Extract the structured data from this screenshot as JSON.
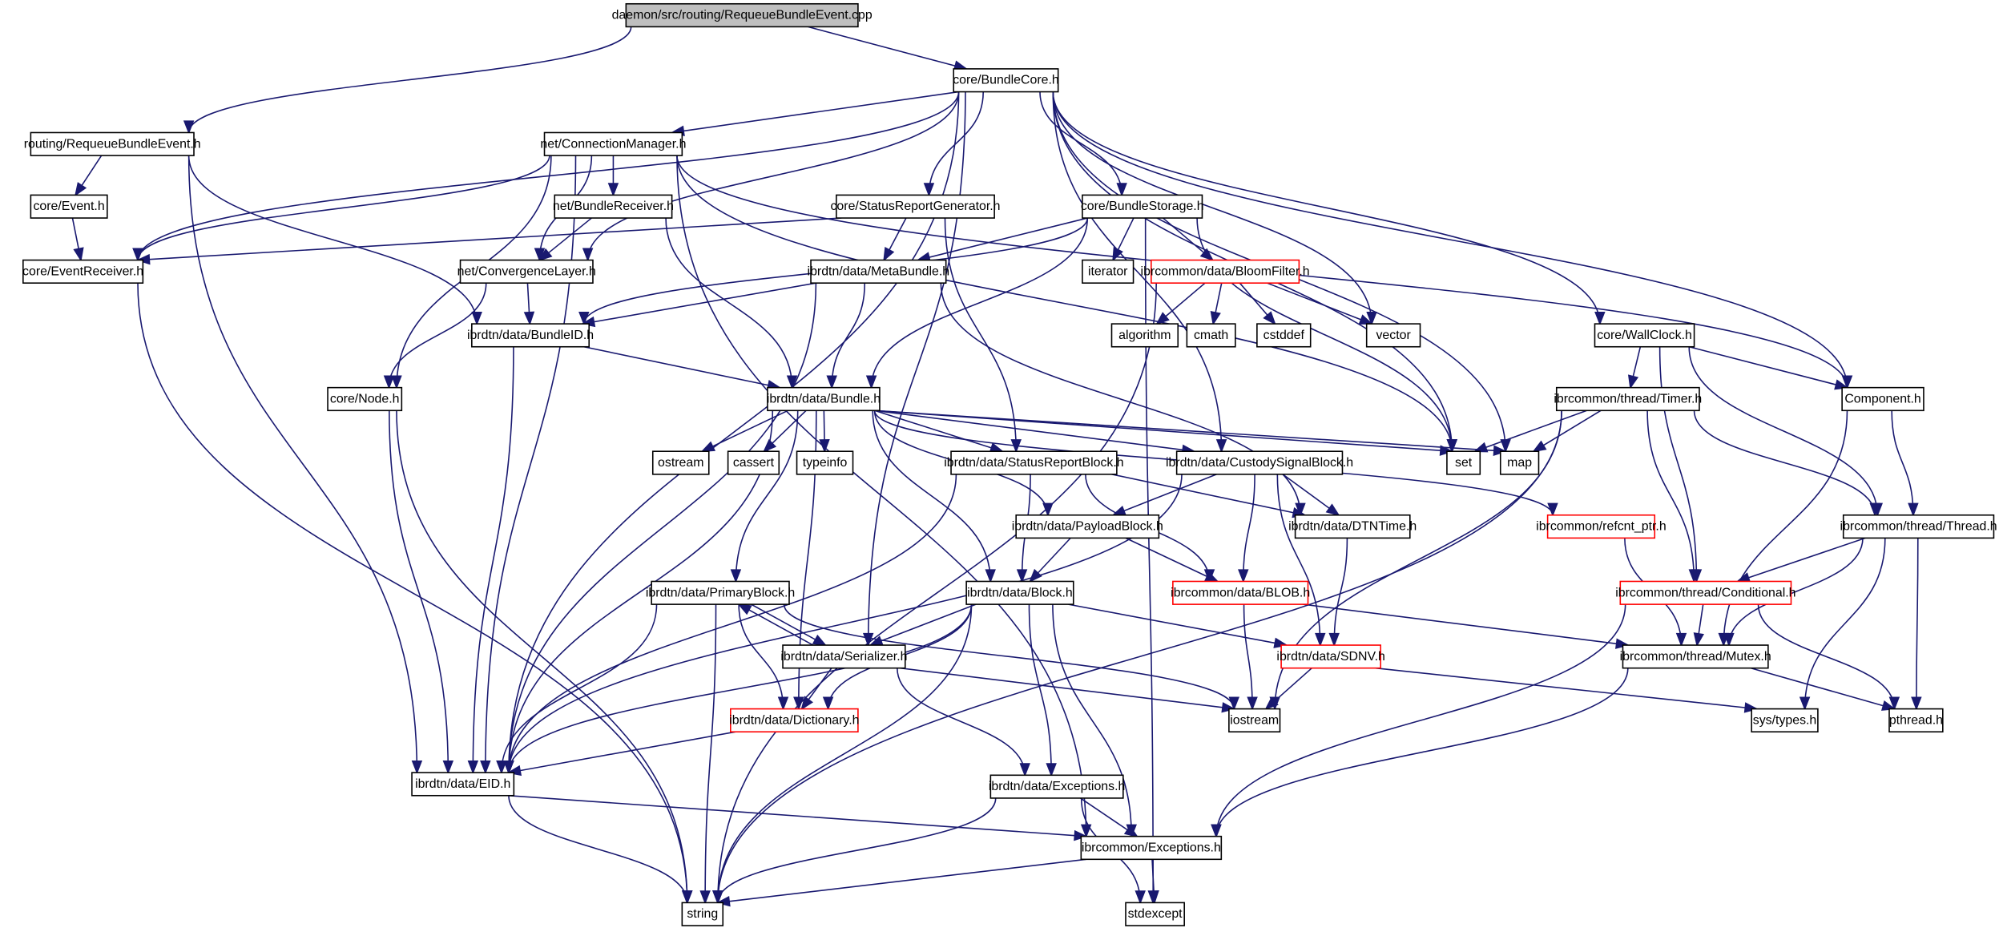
{
  "title": "daemon/src/routing/RequeueBundleEvent.cpp",
  "colors": {
    "edge": "#191970",
    "root_fill": "#bfbfbf",
    "documented_border": "#000000",
    "truncated_border": "#ff0000",
    "external_border": "#bfbfbf"
  },
  "nodes": [
    {
      "id": "root",
      "label": "daemon/src/routing/RequeueBundleEvent.cpp",
      "kind": "root"
    },
    {
      "id": "BundleCore",
      "label": "core/BundleCore.h",
      "kind": "documented"
    },
    {
      "id": "RequeueBundleEventH",
      "label": "routing/RequeueBundleEvent.h",
      "kind": "documented"
    },
    {
      "id": "ConnectionManager",
      "label": "net/ConnectionManager.h",
      "kind": "documented"
    },
    {
      "id": "Event",
      "label": "core/Event.h",
      "kind": "documented"
    },
    {
      "id": "BundleReceiver",
      "label": "net/BundleReceiver.h",
      "kind": "documented"
    },
    {
      "id": "StatusReportGenerator",
      "label": "core/StatusReportGenerator.h",
      "kind": "documented"
    },
    {
      "id": "BundleStorage",
      "label": "core/BundleStorage.h",
      "kind": "documented"
    },
    {
      "id": "EventReceiver",
      "label": "core/EventReceiver.h",
      "kind": "documented"
    },
    {
      "id": "ConvergenceLayer",
      "label": "net/ConvergenceLayer.h",
      "kind": "documented"
    },
    {
      "id": "MetaBundle",
      "label": "ibrdtn/data/MetaBundle.h",
      "kind": "documented"
    },
    {
      "id": "iterator",
      "label": "iterator",
      "kind": "external"
    },
    {
      "id": "BloomFilter",
      "label": "ibrcommon/data/BloomFilter.h",
      "kind": "truncated"
    },
    {
      "id": "BundleID",
      "label": "ibrdtn/data/BundleID.h",
      "kind": "documented"
    },
    {
      "id": "algorithm",
      "label": "algorithm",
      "kind": "external"
    },
    {
      "id": "cmath",
      "label": "cmath",
      "kind": "external"
    },
    {
      "id": "cstddef",
      "label": "cstddef",
      "kind": "external"
    },
    {
      "id": "vector",
      "label": "vector",
      "kind": "external"
    },
    {
      "id": "WallClock",
      "label": "core/WallClock.h",
      "kind": "documented"
    },
    {
      "id": "Node",
      "label": "core/Node.h",
      "kind": "documented"
    },
    {
      "id": "Bundle",
      "label": "ibrdtn/data/Bundle.h",
      "kind": "documented"
    },
    {
      "id": "Timer",
      "label": "ibrcommon/thread/Timer.h",
      "kind": "documented"
    },
    {
      "id": "Component",
      "label": "Component.h",
      "kind": "documented"
    },
    {
      "id": "ostream",
      "label": "ostream",
      "kind": "external"
    },
    {
      "id": "cassert",
      "label": "cassert",
      "kind": "external"
    },
    {
      "id": "typeinfo",
      "label": "typeinfo",
      "kind": "external"
    },
    {
      "id": "StatusReportBlock",
      "label": "ibrdtn/data/StatusReportBlock.h",
      "kind": "documented"
    },
    {
      "id": "CustodySignalBlock",
      "label": "ibrdtn/data/CustodySignalBlock.h",
      "kind": "documented"
    },
    {
      "id": "set",
      "label": "set",
      "kind": "external"
    },
    {
      "id": "map",
      "label": "map",
      "kind": "external"
    },
    {
      "id": "refcnt_ptr",
      "label": "ibrcommon/refcnt_ptr.h",
      "kind": "truncated"
    },
    {
      "id": "Thread",
      "label": "ibrcommon/thread/Thread.h",
      "kind": "documented"
    },
    {
      "id": "PayloadBlock",
      "label": "ibrdtn/data/PayloadBlock.h",
      "kind": "documented"
    },
    {
      "id": "DTNTime",
      "label": "ibrdtn/data/DTNTime.h",
      "kind": "documented"
    },
    {
      "id": "PrimaryBlock",
      "label": "ibrdtn/data/PrimaryBlock.h",
      "kind": "documented"
    },
    {
      "id": "Block",
      "label": "ibrdtn/data/Block.h",
      "kind": "documented"
    },
    {
      "id": "BLOB",
      "label": "ibrcommon/data/BLOB.h",
      "kind": "truncated"
    },
    {
      "id": "Conditional",
      "label": "ibrcommon/thread/Conditional.h",
      "kind": "truncated"
    },
    {
      "id": "Serializer",
      "label": "ibrdtn/data/Serializer.h",
      "kind": "documented"
    },
    {
      "id": "SDNV",
      "label": "ibrdtn/data/SDNV.h",
      "kind": "truncated"
    },
    {
      "id": "Mutex",
      "label": "ibrcommon/thread/Mutex.h",
      "kind": "documented"
    },
    {
      "id": "Dictionary",
      "label": "ibrdtn/data/Dictionary.h",
      "kind": "truncated"
    },
    {
      "id": "iostream",
      "label": "iostream",
      "kind": "external"
    },
    {
      "id": "systypes",
      "label": "sys/types.h",
      "kind": "external"
    },
    {
      "id": "pthread",
      "label": "pthread.h",
      "kind": "external"
    },
    {
      "id": "EID",
      "label": "ibrdtn/data/EID.h",
      "kind": "documented"
    },
    {
      "id": "DataExceptions",
      "label": "ibrdtn/data/Exceptions.h",
      "kind": "documented"
    },
    {
      "id": "CommonExceptions",
      "label": "ibrcommon/Exceptions.h",
      "kind": "documented"
    },
    {
      "id": "string",
      "label": "string",
      "kind": "external"
    },
    {
      "id": "stdexcept",
      "label": "stdexcept",
      "kind": "external"
    }
  ],
  "edges": [
    [
      "root",
      "BundleCore"
    ],
    [
      "root",
      "RequeueBundleEventH"
    ],
    [
      "BundleCore",
      "ConnectionManager"
    ],
    [
      "BundleCore",
      "EventReceiver"
    ],
    [
      "BundleCore",
      "ConvergenceLayer"
    ],
    [
      "BundleCore",
      "StatusReportGenerator"
    ],
    [
      "BundleCore",
      "BundleStorage"
    ],
    [
      "BundleCore",
      "EID"
    ],
    [
      "BundleCore",
      "Serializer"
    ],
    [
      "BundleCore",
      "vector"
    ],
    [
      "BundleCore",
      "set"
    ],
    [
      "BundleCore",
      "map"
    ],
    [
      "BundleCore",
      "CustodySignalBlock"
    ],
    [
      "BundleCore",
      "WallClock"
    ],
    [
      "BundleCore",
      "Component"
    ],
    [
      "RequeueBundleEventH",
      "Event"
    ],
    [
      "RequeueBundleEventH",
      "BundleID"
    ],
    [
      "RequeueBundleEventH",
      "EID"
    ],
    [
      "Event",
      "EventReceiver"
    ],
    [
      "ConnectionManager",
      "BundleReceiver"
    ],
    [
      "ConnectionManager",
      "ConvergenceLayer"
    ],
    [
      "ConnectionManager",
      "EventReceiver"
    ],
    [
      "ConnectionManager",
      "Node"
    ],
    [
      "ConnectionManager",
      "EID"
    ],
    [
      "ConnectionManager",
      "set"
    ],
    [
      "ConnectionManager",
      "Component"
    ],
    [
      "ConnectionManager",
      "CommonExceptions"
    ],
    [
      "BundleReceiver",
      "ConvergenceLayer"
    ],
    [
      "BundleReceiver",
      "Bundle"
    ],
    [
      "StatusReportGenerator",
      "EventReceiver"
    ],
    [
      "StatusReportGenerator",
      "MetaBundle"
    ],
    [
      "StatusReportGenerator",
      "StatusReportBlock"
    ],
    [
      "BundleStorage",
      "MetaBundle"
    ],
    [
      "BundleStorage",
      "BundleID"
    ],
    [
      "BundleStorage",
      "Bundle"
    ],
    [
      "BundleStorage",
      "iterator"
    ],
    [
      "BundleStorage",
      "BloomFilter"
    ],
    [
      "BundleStorage",
      "set"
    ],
    [
      "BundleStorage",
      "stdexcept"
    ],
    [
      "ConvergenceLayer",
      "BundleID"
    ],
    [
      "ConvergenceLayer",
      "Node"
    ],
    [
      "EventReceiver",
      "string"
    ],
    [
      "MetaBundle",
      "BundleID"
    ],
    [
      "MetaBundle",
      "Bundle"
    ],
    [
      "MetaBundle",
      "EID"
    ],
    [
      "MetaBundle",
      "DTNTime"
    ],
    [
      "BloomFilter",
      "algorithm"
    ],
    [
      "BloomFilter",
      "cmath"
    ],
    [
      "BloomFilter",
      "cstddef"
    ],
    [
      "BloomFilter",
      "vector"
    ],
    [
      "BloomFilter",
      "string"
    ],
    [
      "BundleID",
      "Bundle"
    ],
    [
      "BundleID",
      "EID"
    ],
    [
      "WallClock",
      "Timer"
    ],
    [
      "WallClock",
      "Component"
    ],
    [
      "WallClock",
      "Thread"
    ],
    [
      "WallClock",
      "Conditional"
    ],
    [
      "Node",
      "EID"
    ],
    [
      "Node",
      "string"
    ],
    [
      "Bundle",
      "ostream"
    ],
    [
      "Bundle",
      "cassert"
    ],
    [
      "Bundle",
      "typeinfo"
    ],
    [
      "Bundle",
      "StatusReportBlock"
    ],
    [
      "Bundle",
      "CustodySignalBlock"
    ],
    [
      "Bundle",
      "set"
    ],
    [
      "Bundle",
      "map"
    ],
    [
      "Bundle",
      "refcnt_ptr"
    ],
    [
      "Bundle",
      "PayloadBlock"
    ],
    [
      "Bundle",
      "PrimaryBlock"
    ],
    [
      "Bundle",
      "Block"
    ],
    [
      "Bundle",
      "Dictionary"
    ],
    [
      "Bundle",
      "EID"
    ],
    [
      "Timer",
      "set"
    ],
    [
      "Timer",
      "map"
    ],
    [
      "Timer",
      "Thread"
    ],
    [
      "Timer",
      "Conditional"
    ],
    [
      "Timer",
      "iostream"
    ],
    [
      "Timer",
      "string"
    ],
    [
      "Component",
      "Thread"
    ],
    [
      "Component",
      "Mutex"
    ],
    [
      "StatusReportBlock",
      "Block"
    ],
    [
      "StatusReportBlock",
      "EID"
    ],
    [
      "StatusReportBlock",
      "DTNTime"
    ],
    [
      "StatusReportBlock",
      "BLOB"
    ],
    [
      "CustodySignalBlock",
      "PayloadBlock"
    ],
    [
      "CustodySignalBlock",
      "DTNTime"
    ],
    [
      "CustodySignalBlock",
      "BLOB"
    ],
    [
      "CustodySignalBlock",
      "SDNV"
    ],
    [
      "CustodySignalBlock",
      "EID"
    ],
    [
      "refcnt_ptr",
      "Mutex"
    ],
    [
      "Thread",
      "Conditional"
    ],
    [
      "Thread",
      "Mutex"
    ],
    [
      "Thread",
      "systypes"
    ],
    [
      "Thread",
      "pthread"
    ],
    [
      "PayloadBlock",
      "Block"
    ],
    [
      "PayloadBlock",
      "BLOB"
    ],
    [
      "DTNTime",
      "SDNV"
    ],
    [
      "PrimaryBlock",
      "Serializer"
    ],
    [
      "PrimaryBlock",
      "Dictionary"
    ],
    [
      "PrimaryBlock",
      "EID"
    ],
    [
      "PrimaryBlock",
      "string"
    ],
    [
      "PrimaryBlock",
      "iostream"
    ],
    [
      "Block",
      "Serializer"
    ],
    [
      "Block",
      "Dictionary"
    ],
    [
      "Block",
      "SDNV"
    ],
    [
      "Block",
      "EID"
    ],
    [
      "Block",
      "DataExceptions"
    ],
    [
      "Block",
      "CommonExceptions"
    ],
    [
      "Block",
      "string"
    ],
    [
      "BLOB",
      "Mutex"
    ],
    [
      "BLOB",
      "iostream"
    ],
    [
      "Conditional",
      "Mutex"
    ],
    [
      "Conditional",
      "pthread"
    ],
    [
      "Conditional",
      "CommonExceptions"
    ],
    [
      "Serializer",
      "PrimaryBlock"
    ],
    [
      "Serializer",
      "Dictionary"
    ],
    [
      "Serializer",
      "iostream"
    ],
    [
      "Serializer",
      "DataExceptions"
    ],
    [
      "SDNV",
      "iostream"
    ],
    [
      "SDNV",
      "systypes"
    ],
    [
      "Mutex",
      "pthread"
    ],
    [
      "Mutex",
      "CommonExceptions"
    ],
    [
      "Dictionary",
      "EID"
    ],
    [
      "EID",
      "CommonExceptions"
    ],
    [
      "EID",
      "string"
    ],
    [
      "DataExceptions",
      "CommonExceptions"
    ],
    [
      "DataExceptions",
      "string"
    ],
    [
      "DataExceptions",
      "stdexcept"
    ],
    [
      "CommonExceptions",
      "string"
    ],
    [
      "CommonExceptions",
      "stdexcept"
    ]
  ]
}
